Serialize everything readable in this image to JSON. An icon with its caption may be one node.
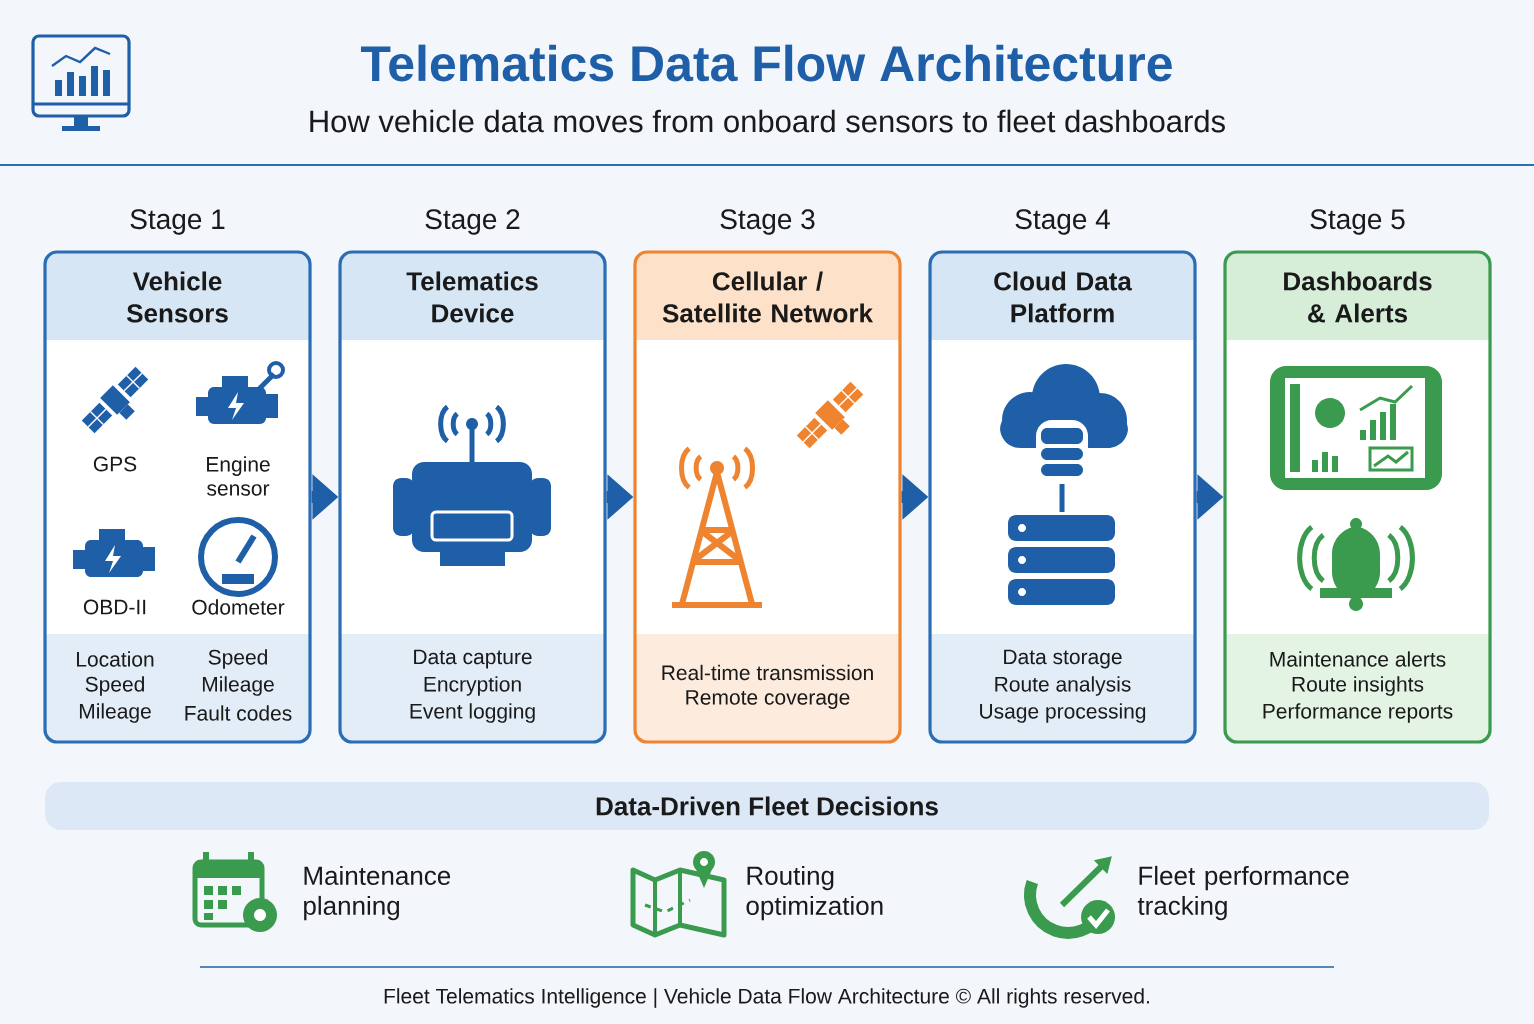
{
  "diagram": {
    "title": "Telematics Data Flow Architecture",
    "nodes": [
      {
        "text": [
          "Vehicle Sensors",
          "GPS",
          "Engine sensor",
          "OBD-II",
          "Odometer",
          "Location",
          "Speed",
          "Mileage",
          "Speed",
          "Mileage",
          "Fault codes"
        ],
        "beside": [
          "Stage 1"
        ]
      },
      {
        "text": [
          "Telematics Device",
          "Data capture",
          "Encryption",
          "Event logging"
        ],
        "beside": [
          "Stage 2"
        ]
      },
      {
        "text": [
          "Cellular / Satellite Network",
          "Real-time transmission",
          "Remote coverage"
        ],
        "beside": [
          "Stage 3"
        ]
      },
      {
        "text": [
          "Cloud Data Platform",
          "Data storage",
          "Route analysis",
          "Usage processing"
        ],
        "beside": [
          "Stage 4"
        ]
      },
      {
        "text": [
          "Dashboards & Alerts",
          "Maintenance alerts",
          "Route insights",
          "Performance reports"
        ],
        "beside": [
          "Stage 5"
        ]
      },
      {
        "text": [
          "Data-Driven Fleet Decisions"
        ]
      }
    ],
    "edges": [
      {
        "from": 0,
        "to": 1,
        "arrow": "to"
      },
      {
        "from": 1,
        "to": 2,
        "arrow": "to"
      },
      {
        "from": 2,
        "to": 3,
        "arrow": "to"
      },
      {
        "from": 3,
        "to": 4,
        "arrow": "to"
      }
    ],
    "labels": [
      "How vehicle data moves from onboard sensors to fleet dashboards",
      "Maintenance planning",
      "Routing optimization",
      "Fleet performance tracking",
      "Fleet Telematics Intelligence | Vehicle Data Flow Architecture © All rights reserved."
    ]
  }
}
